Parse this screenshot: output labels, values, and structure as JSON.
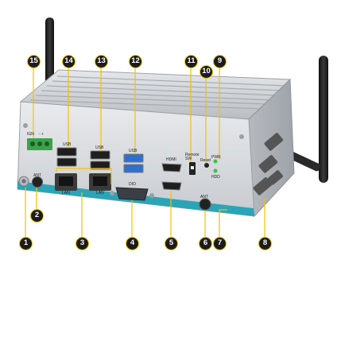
{
  "callouts": [
    "1",
    "2",
    "3",
    "4",
    "5",
    "6",
    "7",
    "8",
    "9",
    "10",
    "11",
    "12",
    "13",
    "14",
    "15"
  ],
  "port_labels": {
    "ign": "IGN",
    "ign_polarity": "- +",
    "ant": "ANT",
    "lan1": "LAN",
    "lan2": "LAN",
    "usb_left": "USB",
    "usb_mid": "USB",
    "usb_blue": "USB",
    "dio": "DIO",
    "hdmi": "HDMI",
    "remote_sw": "Remote SW",
    "reset": "Reset",
    "pwr": "PWR",
    "hdd": "HDD",
    "ant_right": "ANT"
  },
  "colors": {
    "callout_fill": "#1b1b1b",
    "callout_ring": "#f2c200",
    "leader_line": "#f2c200",
    "chassis": "#c9ccd0",
    "accent_stripe": "#2aa5b8",
    "terminal_block": "#3aa34a",
    "usb3_blue": "#2f6fd0"
  }
}
